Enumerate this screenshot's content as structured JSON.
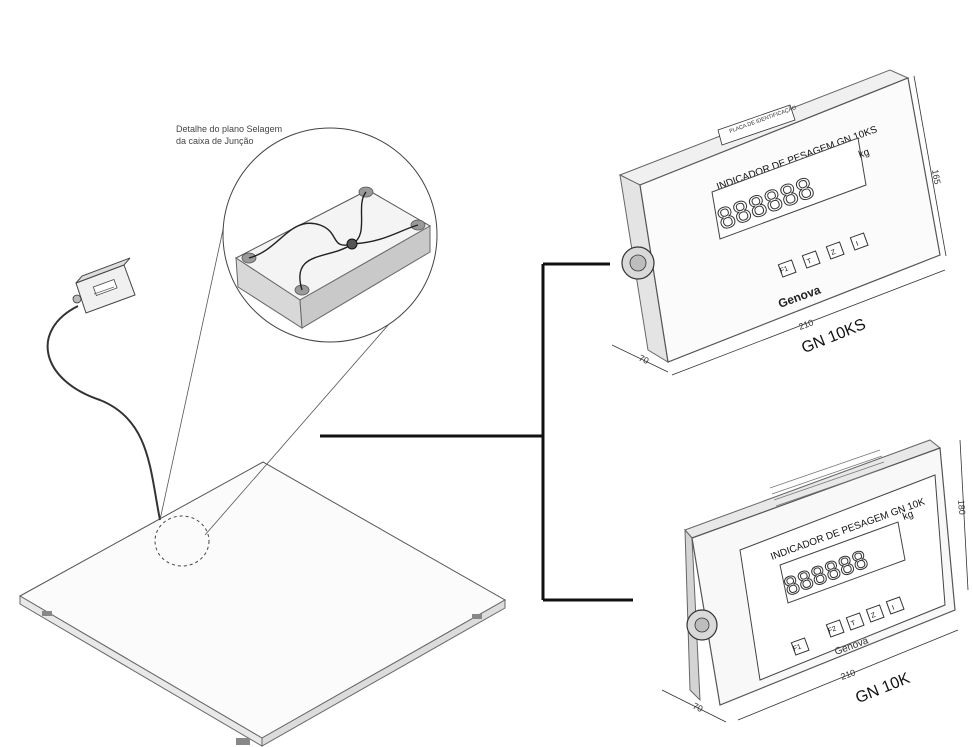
{
  "detail": {
    "line1": "Detalhe do plano Selagem",
    "line2": "da caixa de Junção"
  },
  "indicators": [
    {
      "model_label": "GN 10KS",
      "panel_title": "INDICADOR DE PESAGEM GN 10KS",
      "plate_text": "PLACA DE IDENTIFICAÇÃO",
      "unit": "kg",
      "display": "888888",
      "keys": [
        "F1",
        "T",
        "Z",
        "I"
      ],
      "brand": "Genova",
      "dim_width": "210",
      "dim_height": "165",
      "dim_depth": "70"
    },
    {
      "model_label": "GN 10K",
      "panel_title": "INDICADOR DE PESAGEM GN 10K",
      "unit": "kg",
      "display": "888888",
      "keys": [
        "F1",
        "F2",
        "T",
        "Z",
        "I"
      ],
      "brand": "Genova",
      "dim_width": "210",
      "dim_height": "180",
      "dim_depth": "70"
    }
  ]
}
